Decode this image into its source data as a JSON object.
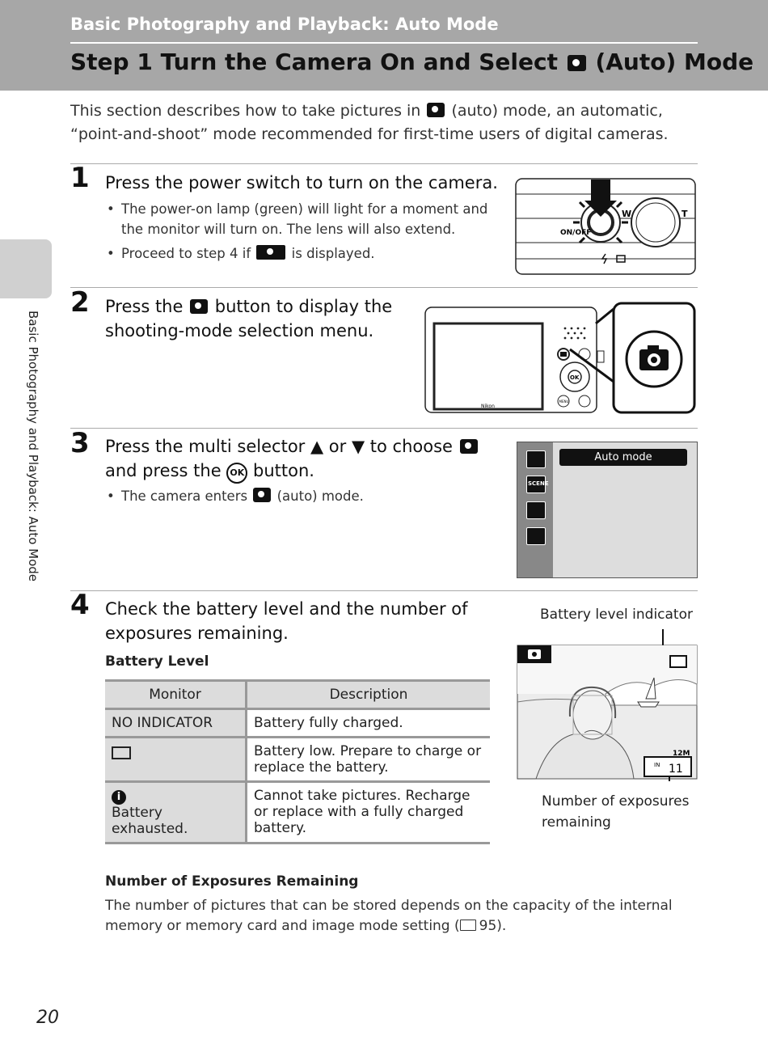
{
  "header": {
    "section": "Basic Photography and Playback: Auto Mode",
    "title_pre": "Step 1 Turn the Camera On and Select",
    "title_post": "(Auto) Mode"
  },
  "side_tab": "Basic Photography and Playback: Auto Mode",
  "intro": {
    "pre": "This section describes how to take pictures in",
    "post": "(auto) mode, an automatic, “point-and-shoot” mode recommended for first-time users of digital cameras."
  },
  "steps": [
    {
      "num": "1",
      "title": "Press the power switch to turn on the camera.",
      "bullet1": "The power-on lamp (green) will light for a moment and the monitor will turn on. The lens will also extend.",
      "bullet2_pre": "Proceed to step 4 if",
      "bullet2_post": "is displayed.",
      "figure_labels": {
        "onoff": "ON/OFF",
        "w": "W",
        "t": "T"
      }
    },
    {
      "num": "2",
      "title_pre": "Press the",
      "title_post": "button to display the shooting-mode selection menu.",
      "figure_labels": {
        "brand": "Nikon",
        "ok": "OK",
        "menu": "MENU"
      }
    },
    {
      "num": "3",
      "title_pre": "Press the multi selector ▲ or ▼ to choose",
      "title_mid": "and press the",
      "title_post": "button.",
      "ok_glyph": "OK",
      "bullet_pre": "The camera enters",
      "bullet_post": "(auto) mode.",
      "menu_label": "Auto mode",
      "menu_icons": [
        "camera-icon",
        "scene-icon",
        "smile-icon",
        "movie-icon"
      ],
      "scene_text": "SCENE"
    },
    {
      "num": "4",
      "title": "Check the battery level and the number of exposures remaining.",
      "battery_heading": "Battery Level",
      "table": {
        "headers": [
          "Monitor",
          "Description"
        ],
        "rows": [
          {
            "monitor": "NO INDICATOR",
            "description": "Battery fully charged."
          },
          {
            "monitor_icon": "battery-low-icon",
            "description": "Battery low. Prepare to charge or replace the battery."
          },
          {
            "monitor": "Battery exhausted.",
            "monitor_icon": "info-icon",
            "info_glyph": "i",
            "description": "Cannot take pictures. Recharge or replace with a fully charged battery."
          }
        ]
      },
      "exposures_heading": "Number of Exposures Remaining",
      "exposures_text": "The number of pictures that can be stored depends on the capacity of the internal memory or memory card and image mode setting (",
      "exposures_ref": "95).",
      "caption_battery": "Battery level indicator",
      "caption_exposures": "Number of exposures remaining",
      "screen_counter_in": "IN",
      "screen_counter": "11",
      "screen_size": "12M"
    }
  ],
  "page_number": "20"
}
